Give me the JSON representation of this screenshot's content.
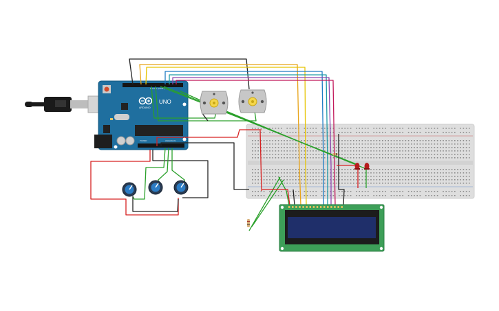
{
  "arduino": {
    "model_label": "UNO",
    "brand_label": "ARDUINO",
    "digital_header_label": "DIGITAL (PWM~)",
    "power_header_label": "POWER",
    "analog_header_label": "ANALOG IN"
  },
  "wire_colors": {
    "black": "#222222",
    "orange": "#e8a317",
    "yellow": "#e6c400",
    "blue": "#1e7bc4",
    "purple": "#8e44ad",
    "pink": "#c2185b",
    "green": "#2aa02a",
    "red": "#d62020"
  },
  "components": {
    "motor_count": 2,
    "potentiometer_count": 3,
    "led_count": 2,
    "lcd_type": "16x2 LCD",
    "icons": [
      "usb-cable-icon",
      "dc-motor-icon",
      "potentiometer-icon",
      "led-icon",
      "resistor-icon",
      "lcd-icon"
    ]
  }
}
